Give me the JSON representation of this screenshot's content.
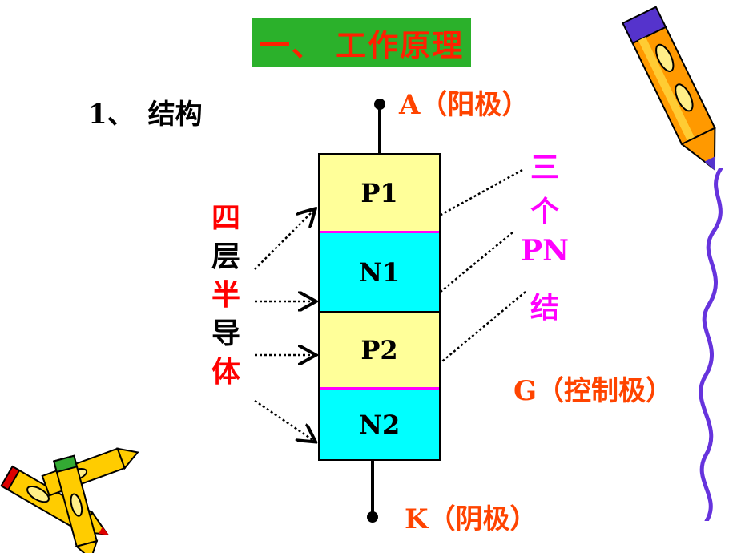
{
  "title": "一、 工作原理",
  "section_label": "1、　结构",
  "anode_label": "A（阳极）",
  "cathode_label": "K（阴极）",
  "gate_label": "G（控制极）",
  "layers": [
    "P1",
    "N1",
    "P2",
    "N2"
  ],
  "left_label_chars": [
    {
      "char": "四",
      "color": "#ff0000"
    },
    {
      "char": "层",
      "color": "#000000"
    },
    {
      "char": "半",
      "color": "#ff0000"
    },
    {
      "char": "导",
      "color": "#000000"
    },
    {
      "char": "体",
      "color": "#ff0000"
    }
  ],
  "right_label": {
    "line1": "三",
    "line2": "个",
    "line3": "PN",
    "line4": "结"
  },
  "colors": {
    "title_bg": "#2bb12b",
    "title_text": "#ff2000",
    "p_layer": "#ffff99",
    "n_layer": "#00ffff",
    "terminal_text": "#ff4400",
    "pn_label": "#ff00ff",
    "junction_line": "#ff00ff"
  },
  "icons": [
    "pencil-icon",
    "crayon-bundle-icon",
    "wavy-line-decoration"
  ]
}
